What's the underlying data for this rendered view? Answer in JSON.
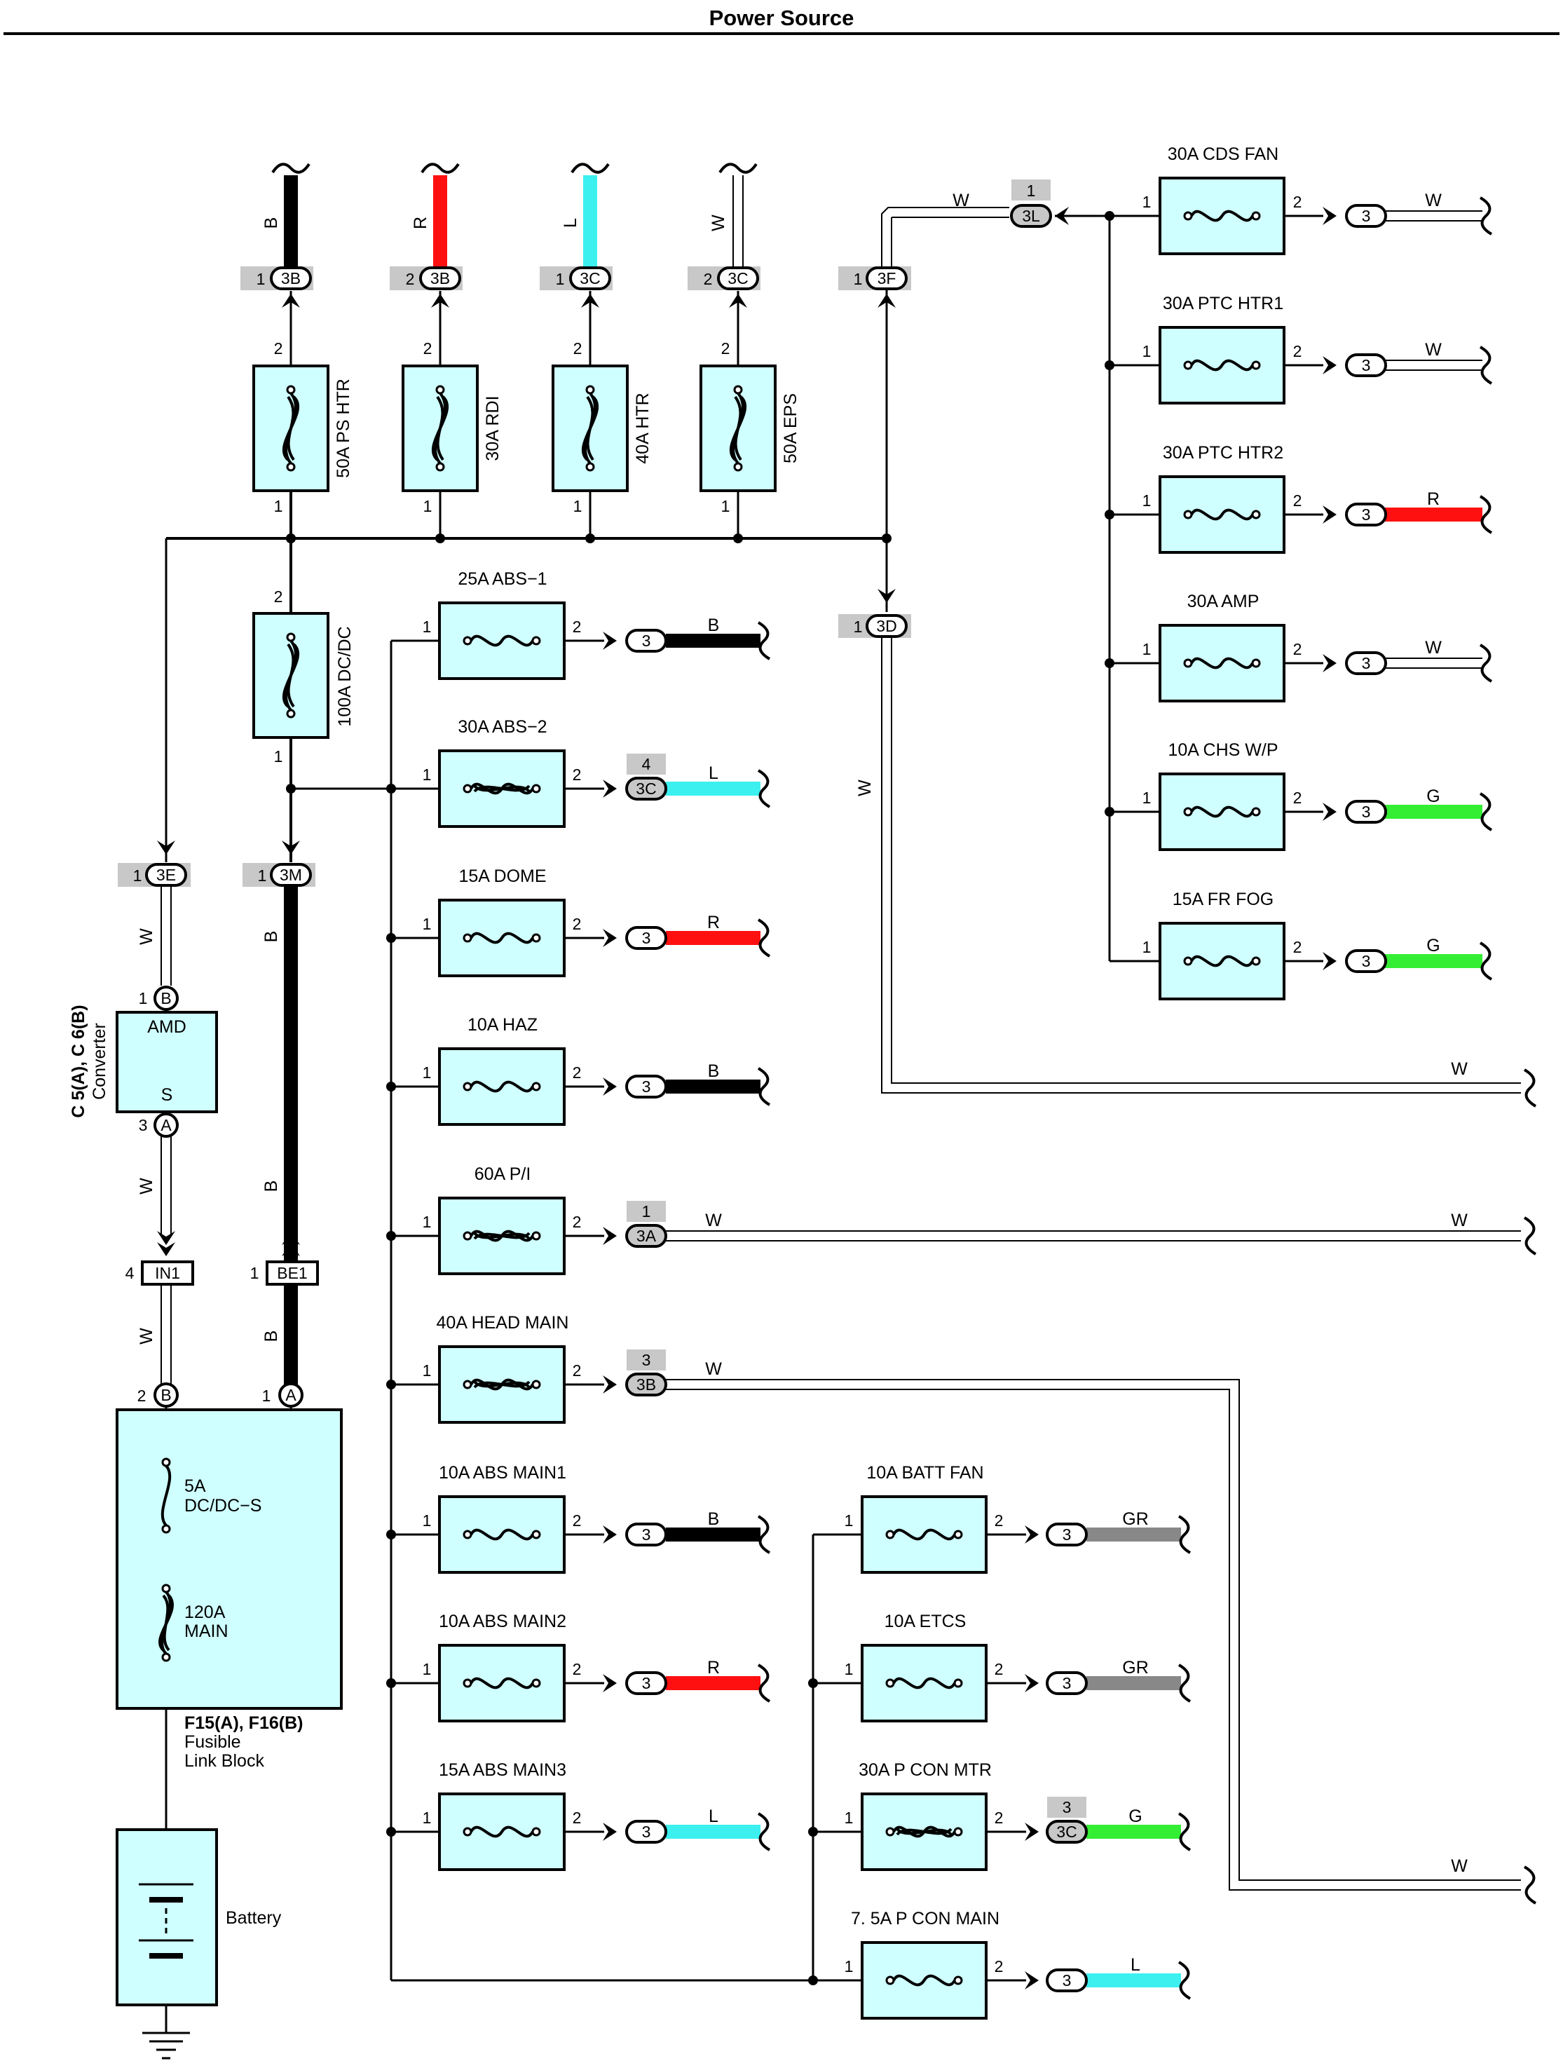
{
  "title": "Power Source",
  "colors": {
    "fuse_fill": "#CFFFFF",
    "wire_B": "#000000",
    "wire_R": "#FF1010",
    "wire_L": "#3CF0F0",
    "wire_G": "#33EE33",
    "wire_GR": "#888888",
    "wire_W": "#FFFFFF",
    "conn_gray": "#C8C8C8"
  },
  "top_fuses": [
    {
      "name": "50A PS HTR",
      "pin_top": "2",
      "pin_bottom": "1",
      "conn": "3B",
      "conn_pin": "1",
      "wire": "B"
    },
    {
      "name": "30A RDI",
      "pin_top": "2",
      "pin_bottom": "1",
      "conn": "3B",
      "conn_pin": "2",
      "wire": "R"
    },
    {
      "name": "40A HTR",
      "pin_top": "2",
      "pin_bottom": "1",
      "conn": "3C",
      "conn_pin": "1",
      "wire": "L"
    },
    {
      "name": "50A EPS",
      "pin_top": "2",
      "pin_bottom": "1",
      "conn": "3C",
      "conn_pin": "2",
      "wire": "W"
    }
  ],
  "conn_3F": {
    "id": "3F",
    "pin": "1",
    "wire": "W"
  },
  "conn_3L": {
    "id": "3L",
    "pin": "1",
    "wire": "W"
  },
  "conn_3D": {
    "id": "3D",
    "pin": "1",
    "wire": "W"
  },
  "main_fuse": {
    "name": "100A DC/DC",
    "pin_top": "2",
    "pin_bottom": "1"
  },
  "left_fuses": [
    {
      "name": "25A ABS−1",
      "pin1": "1",
      "pin2": "2",
      "conn": "3",
      "conn_pin": "",
      "wire": "B"
    },
    {
      "name": "30A ABS−2",
      "pin1": "1",
      "pin2": "2",
      "conn": "3C",
      "conn_pin": "4",
      "wire": "L"
    },
    {
      "name": "15A DOME",
      "pin1": "1",
      "pin2": "2",
      "conn": "3",
      "conn_pin": "",
      "wire": "R"
    },
    {
      "name": "10A HAZ",
      "pin1": "1",
      "pin2": "2",
      "conn": "3",
      "conn_pin": "",
      "wire": "B"
    },
    {
      "name": "60A P/I",
      "pin1": "1",
      "pin2": "2",
      "conn": "3A",
      "conn_pin": "1",
      "wire": "W"
    },
    {
      "name": "40A HEAD MAIN",
      "pin1": "1",
      "pin2": "2",
      "conn": "3B",
      "conn_pin": "3",
      "wire": "W"
    },
    {
      "name": "10A ABS MAIN1",
      "pin1": "1",
      "pin2": "2",
      "conn": "3",
      "conn_pin": "",
      "wire": "B"
    },
    {
      "name": "10A ABS MAIN2",
      "pin1": "1",
      "pin2": "2",
      "conn": "3",
      "conn_pin": "",
      "wire": "R"
    },
    {
      "name": "15A ABS MAIN3",
      "pin1": "1",
      "pin2": "2",
      "conn": "3",
      "conn_pin": "",
      "wire": "L"
    }
  ],
  "mid_fuses": [
    {
      "name": "10A BATT FAN",
      "pin1": "1",
      "pin2": "2",
      "conn": "3",
      "conn_pin": "",
      "wire": "GR"
    },
    {
      "name": "10A ETCS",
      "pin1": "1",
      "pin2": "2",
      "conn": "3",
      "conn_pin": "",
      "wire": "GR"
    },
    {
      "name": "30A P CON MTR",
      "pin1": "1",
      "pin2": "2",
      "conn": "3C",
      "conn_pin": "3",
      "wire": "G"
    },
    {
      "name": "7. 5A P CON MAIN",
      "pin1": "1",
      "pin2": "2",
      "conn": "3",
      "conn_pin": "",
      "wire": "L"
    }
  ],
  "right_fuses": [
    {
      "name": "30A CDS FAN",
      "pin1": "1",
      "pin2": "2",
      "conn": "3",
      "wire": "W"
    },
    {
      "name": "30A PTC HTR1",
      "pin1": "1",
      "pin2": "2",
      "conn": "3",
      "wire": "W"
    },
    {
      "name": "30A PTC HTR2",
      "pin1": "1",
      "pin2": "2",
      "conn": "3",
      "wire": "R"
    },
    {
      "name": "30A AMP",
      "pin1": "1",
      "pin2": "2",
      "conn": "3",
      "wire": "W"
    },
    {
      "name": "10A CHS W/P",
      "pin1": "1",
      "pin2": "2",
      "conn": "3",
      "wire": "G"
    },
    {
      "name": "15A FR FOG",
      "pin1": "1",
      "pin2": "2",
      "conn": "3",
      "wire": "G"
    }
  ],
  "converter": {
    "label1": "C 5(A), C 6(B)",
    "label2": "Converter",
    "amd": "AMD",
    "s": "S",
    "pin_top": "1",
    "conn_top": "B",
    "pin_bottom": "3",
    "conn_bottom": "A"
  },
  "conn_3E": {
    "id": "3E",
    "pin": "1",
    "wire": "W"
  },
  "conn_3M": {
    "id": "3M",
    "pin": "1",
    "wire": "B"
  },
  "in1": {
    "id": "IN1",
    "pin": "4",
    "wire_above": "W",
    "wire_below": "W"
  },
  "be1": {
    "id": "BE1",
    "pin": "1",
    "wire_above": "B",
    "wire_below": "B"
  },
  "fusible_block": {
    "label1": "F15(A), F16(B)",
    "label2": "Fusible",
    "label3": "Link Block",
    "pin_b": "2",
    "conn_b": "B",
    "pin_a": "1",
    "conn_a": "A",
    "fuse1_line1": "5A",
    "fuse1_line2": "DC/DC−S",
    "fuse2_line1": "120A",
    "fuse2_line2": "MAIN"
  },
  "battery": {
    "label": "Battery"
  },
  "right_end_wires": {
    "w1": "W",
    "w2": "W",
    "w3": "W"
  }
}
